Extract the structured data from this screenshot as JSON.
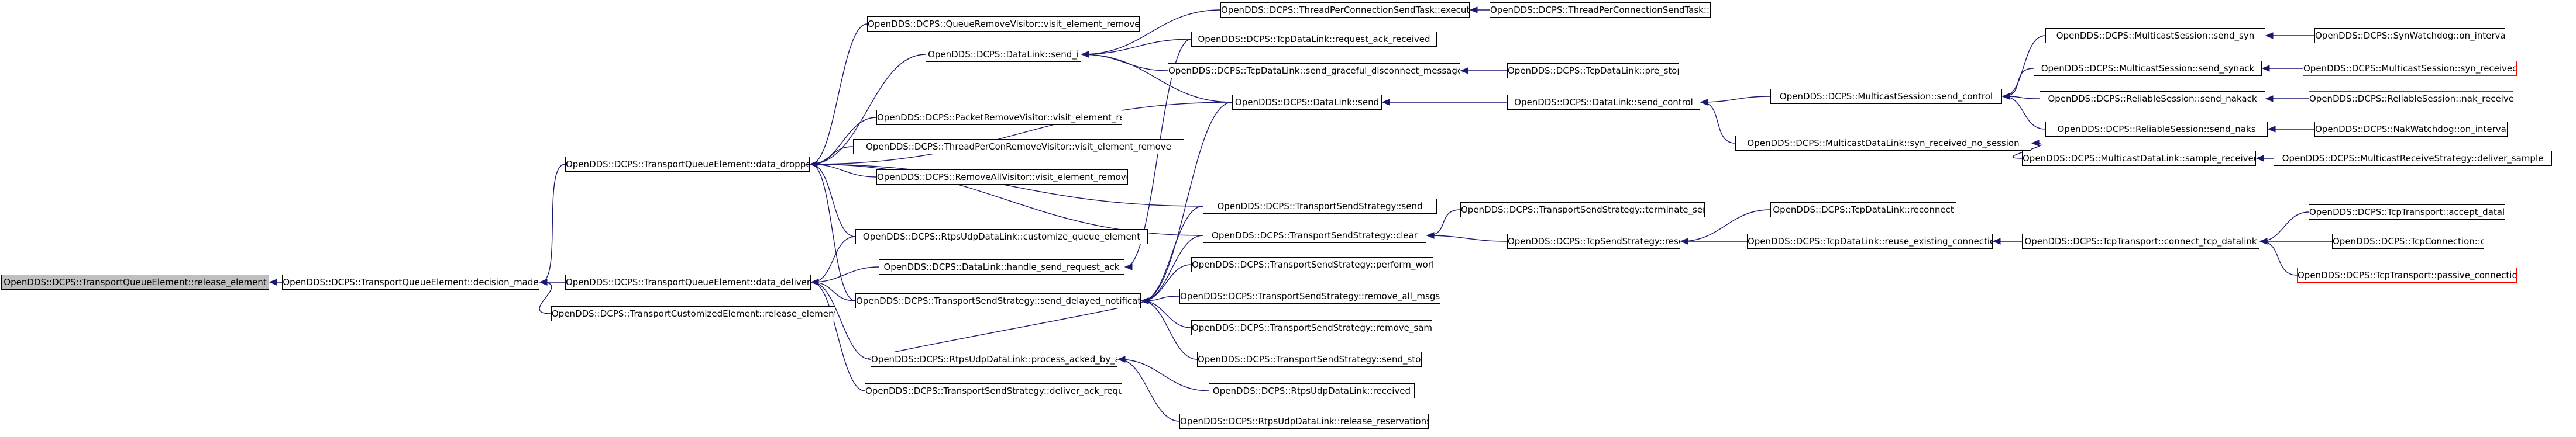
{
  "colors": {
    "edge": "#191970",
    "root_fill": "#bfbfbf",
    "node_border": "#000000",
    "truncated_border": "#ff0000"
  },
  "nodes": [
    {
      "id": "n_root",
      "label": "OpenDDS::DCPS::TransportQueueElement::release_element",
      "kind": "root"
    },
    {
      "id": "n_decision",
      "label": "OpenDDS::DCPS::TransportQueueElement::decision_made",
      "kind": "normal"
    },
    {
      "id": "n_dropped",
      "label": "OpenDDS::DCPS::TransportQueueElement::data_dropped",
      "kind": "normal"
    },
    {
      "id": "n_delivered",
      "label": "OpenDDS::DCPS::TransportQueueElement::data_delivered",
      "kind": "normal"
    },
    {
      "id": "n_customized",
      "label": "OpenDDS::DCPS::TransportCustomizedElement::release_element",
      "kind": "normal"
    },
    {
      "id": "n_qrv",
      "label": "OpenDDS::DCPS::QueueRemoveVisitor::visit_element_remove",
      "kind": "normal"
    },
    {
      "id": "n_sendi",
      "label": "OpenDDS::DCPS::DataLink::send_i",
      "kind": "normal"
    },
    {
      "id": "n_prv",
      "label": "OpenDDS::DCPS::PacketRemoveVisitor::visit_element_ref",
      "kind": "normal"
    },
    {
      "id": "n_tpcrv",
      "label": "OpenDDS::DCPS::ThreadPerConRemoveVisitor::visit_element_remove",
      "kind": "normal"
    },
    {
      "id": "n_rav",
      "label": "OpenDDS::DCPS::RemoveAllVisitor::visit_element_remove",
      "kind": "normal"
    },
    {
      "id": "n_custq",
      "label": "OpenDDS::DCPS::RtpsUdpDataLink::customize_queue_element",
      "kind": "normal"
    },
    {
      "id": "n_hsack",
      "label": "OpenDDS::DCPS::DataLink::handle_send_request_ack",
      "kind": "normal"
    },
    {
      "id": "n_sdn",
      "label": "OpenDDS::DCPS::TransportSendStrategy::send_delayed_notifications",
      "kind": "normal"
    },
    {
      "id": "n_pabai",
      "label": "OpenDDS::DCPS::RtpsUdpDataLink::process_acked_by_all_i",
      "kind": "normal"
    },
    {
      "id": "n_dar",
      "label": "OpenDDS::DCPS::TransportSendStrategy::deliver_ack_request",
      "kind": "normal"
    },
    {
      "id": "n_tpcexec",
      "label": "OpenDDS::DCPS::ThreadPerConnectionSendTask::execute",
      "kind": "normal"
    },
    {
      "id": "n_tcpreq",
      "label": "OpenDDS::DCPS::TcpDataLink::request_ack_received",
      "kind": "normal"
    },
    {
      "id": "n_tcpsgd",
      "label": "OpenDDS::DCPS::TcpDataLink::send_graceful_disconnect_message",
      "kind": "normal"
    },
    {
      "id": "n_dlsend",
      "label": "OpenDDS::DCPS::DataLink::send",
      "kind": "normal"
    },
    {
      "id": "n_tsssend",
      "label": "OpenDDS::DCPS::TransportSendStrategy::send",
      "kind": "normal"
    },
    {
      "id": "n_tssclear",
      "label": "OpenDDS::DCPS::TransportSendStrategy::clear",
      "kind": "normal"
    },
    {
      "id": "n_tsswork",
      "label": "OpenDDS::DCPS::TransportSendStrategy::perform_work",
      "kind": "normal"
    },
    {
      "id": "n_tssram",
      "label": "OpenDDS::DCPS::TransportSendStrategy::remove_all_msgs",
      "kind": "normal"
    },
    {
      "id": "n_tssrs",
      "label": "OpenDDS::DCPS::TransportSendStrategy::remove_sample",
      "kind": "normal"
    },
    {
      "id": "n_tssstop",
      "label": "OpenDDS::DCPS::TransportSendStrategy::send_stop",
      "kind": "normal"
    },
    {
      "id": "n_rtpsrecv",
      "label": "OpenDDS::DCPS::RtpsUdpDataLink::received",
      "kind": "normal"
    },
    {
      "id": "n_rtpsrr",
      "label": "OpenDDS::DCPS::RtpsUdpDataLink::release_reservations_i",
      "kind": "normal"
    },
    {
      "id": "n_tpcsvc",
      "label": "OpenDDS::DCPS::ThreadPerConnectionSendTask::svc",
      "kind": "normal"
    },
    {
      "id": "n_prestop",
      "label": "OpenDDS::DCPS::TcpDataLink::pre_stop_i",
      "kind": "normal"
    },
    {
      "id": "n_sendctl",
      "label": "OpenDDS::DCPS::DataLink::send_control",
      "kind": "normal"
    },
    {
      "id": "n_tssterm",
      "label": "OpenDDS::DCPS::TransportSendStrategy::terminate_send",
      "kind": "normal"
    },
    {
      "id": "n_tcpssreset",
      "label": "OpenDDS::DCPS::TcpSendStrategy::reset",
      "kind": "normal"
    },
    {
      "id": "n_mssendctl",
      "label": "OpenDDS::DCPS::MulticastSession::send_control",
      "kind": "normal"
    },
    {
      "id": "n_mdlsyn",
      "label": "OpenDDS::DCPS::MulticastDataLink::syn_received_no_session",
      "kind": "normal"
    },
    {
      "id": "n_tcpreconnect",
      "label": "OpenDDS::DCPS::TcpDataLink::reconnect",
      "kind": "normal"
    },
    {
      "id": "n_tcpreuse",
      "label": "OpenDDS::DCPS::TcpDataLink::reuse_existing_connection",
      "kind": "normal"
    },
    {
      "id": "n_mssyn",
      "label": "OpenDDS::DCPS::MulticastSession::send_syn",
      "kind": "normal"
    },
    {
      "id": "n_mssynack",
      "label": "OpenDDS::DCPS::MulticastSession::send_synack",
      "kind": "normal"
    },
    {
      "id": "n_rsnakack",
      "label": "OpenDDS::DCPS::ReliableSession::send_nakack",
      "kind": "normal"
    },
    {
      "id": "n_rsnaks",
      "label": "OpenDDS::DCPS::ReliableSession::send_naks",
      "kind": "normal"
    },
    {
      "id": "n_mdlsample",
      "label": "OpenDDS::DCPS::MulticastDataLink::sample_received",
      "kind": "normal"
    },
    {
      "id": "n_tcptconn",
      "label": "OpenDDS::DCPS::TcpTransport::connect_tcp_datalink",
      "kind": "normal"
    },
    {
      "id": "n_synwd",
      "label": "OpenDDS::DCPS::SynWatchdog::on_interval",
      "kind": "normal"
    },
    {
      "id": "n_mssynrecv",
      "label": "OpenDDS::DCPS::MulticastSession::syn_received",
      "kind": "truncated"
    },
    {
      "id": "n_rsnakrecv",
      "label": "OpenDDS::DCPS::ReliableSession::nak_received",
      "kind": "truncated"
    },
    {
      "id": "n_nakwd",
      "label": "OpenDDS::DCPS::NakWatchdog::on_interval",
      "kind": "normal"
    },
    {
      "id": "n_mrsdeliver",
      "label": "OpenDDS::DCPS::MulticastReceiveStrategy::deliver_sample",
      "kind": "normal"
    },
    {
      "id": "n_tcpaccept",
      "label": "OpenDDS::DCPS::TcpTransport::accept_datalink",
      "kind": "normal"
    },
    {
      "id": "n_tcpopen",
      "label": "OpenDDS::DCPS::TcpConnection::open",
      "kind": "normal"
    },
    {
      "id": "n_tcppassive",
      "label": "OpenDDS::DCPS::TcpTransport::passive_connection",
      "kind": "truncated"
    }
  ],
  "edges": [
    [
      "n_decision",
      "n_root"
    ],
    [
      "n_dropped",
      "n_decision"
    ],
    [
      "n_delivered",
      "n_decision"
    ],
    [
      "n_customized",
      "n_decision"
    ],
    [
      "n_qrv",
      "n_dropped"
    ],
    [
      "n_sendi",
      "n_dropped"
    ],
    [
      "n_dlsend",
      "n_dropped"
    ],
    [
      "n_prv",
      "n_dropped"
    ],
    [
      "n_tpcrv",
      "n_dropped"
    ],
    [
      "n_rav",
      "n_dropped"
    ],
    [
      "n_custq",
      "n_dropped"
    ],
    [
      "n_tsssend",
      "n_dropped"
    ],
    [
      "n_tssclear",
      "n_dropped"
    ],
    [
      "n_sdn",
      "n_dropped"
    ],
    [
      "n_custq",
      "n_delivered"
    ],
    [
      "n_hsack",
      "n_delivered"
    ],
    [
      "n_sdn",
      "n_delivered"
    ],
    [
      "n_pabai",
      "n_delivered"
    ],
    [
      "n_dar",
      "n_delivered"
    ],
    [
      "n_tpcexec",
      "n_sendi"
    ],
    [
      "n_tcpreq",
      "n_sendi"
    ],
    [
      "n_tcpsgd",
      "n_sendi"
    ],
    [
      "n_dlsend",
      "n_sendi"
    ],
    [
      "n_tpcsvc",
      "n_tpcexec"
    ],
    [
      "n_prestop",
      "n_tcpsgd"
    ],
    [
      "n_sendctl",
      "n_dlsend"
    ],
    [
      "n_mssendctl",
      "n_sendctl"
    ],
    [
      "n_mdlsyn",
      "n_sendctl"
    ],
    [
      "n_mssyn",
      "n_mssendctl"
    ],
    [
      "n_mssynack",
      "n_mssendctl"
    ],
    [
      "n_rsnakack",
      "n_mssendctl"
    ],
    [
      "n_rsnaks",
      "n_mssendctl"
    ],
    [
      "n_synwd",
      "n_mssyn"
    ],
    [
      "n_mssynrecv",
      "n_mssynack"
    ],
    [
      "n_rsnakrecv",
      "n_rsnakack"
    ],
    [
      "n_nakwd",
      "n_rsnaks"
    ],
    [
      "n_mdlsample",
      "n_mdlsyn"
    ],
    [
      "n_mrsdeliver",
      "n_mdlsample"
    ],
    [
      "n_tcpreq",
      "n_hsack"
    ],
    [
      "n_dlsend",
      "n_sdn"
    ],
    [
      "n_tsssend",
      "n_sdn"
    ],
    [
      "n_tssclear",
      "n_sdn"
    ],
    [
      "n_tsswork",
      "n_sdn"
    ],
    [
      "n_tssram",
      "n_sdn"
    ],
    [
      "n_tssrs",
      "n_sdn"
    ],
    [
      "n_tssstop",
      "n_sdn"
    ],
    [
      "n_pabai",
      "n_sdn"
    ],
    [
      "n_tssterm",
      "n_tssclear"
    ],
    [
      "n_tcpssreset",
      "n_tssclear"
    ],
    [
      "n_tcpreconnect",
      "n_tcpssreset"
    ],
    [
      "n_tcpreuse",
      "n_tcpssreset"
    ],
    [
      "n_tcptconn",
      "n_tcpreuse"
    ],
    [
      "n_tcpaccept",
      "n_tcptconn"
    ],
    [
      "n_tcpopen",
      "n_tcptconn"
    ],
    [
      "n_tcppassive",
      "n_tcptconn"
    ],
    [
      "n_rtpsrecv",
      "n_pabai"
    ],
    [
      "n_rtpsrr",
      "n_pabai"
    ]
  ]
}
